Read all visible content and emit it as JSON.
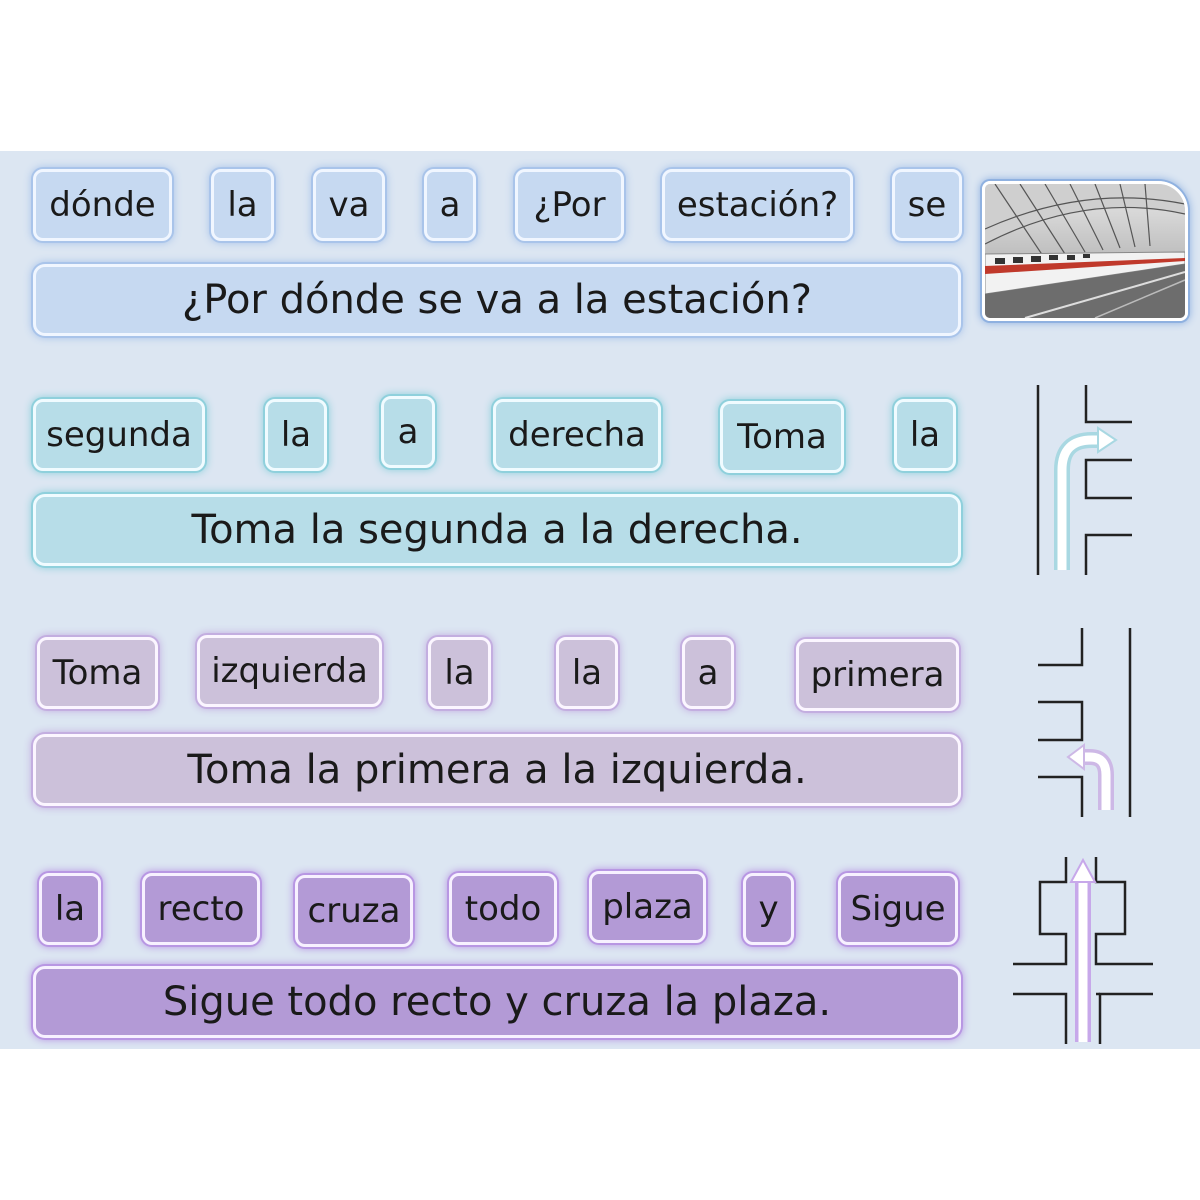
{
  "rows": [
    {
      "tiles": [
        "dónde",
        "la",
        "va",
        "a",
        "¿Por",
        "estación?",
        "se"
      ],
      "sentence": "¿Por dónde se va a la estación?"
    },
    {
      "tiles": [
        "segunda",
        "la",
        "a",
        "derecha",
        "Toma",
        "la"
      ],
      "sentence": "Toma la segunda a la derecha."
    },
    {
      "tiles": [
        "Toma",
        "izquierda",
        "la",
        "la",
        "a",
        "primera"
      ],
      "sentence": "Toma la primera a la izquierda."
    },
    {
      "tiles": [
        "la",
        "recto",
        "cruza",
        "todo",
        "plaza",
        "y",
        "Sigue"
      ],
      "sentence": "Sigue todo recto y cruza la plaza."
    }
  ],
  "icons": {
    "row1": "train-station-photo",
    "row2": "turn-second-right-icon",
    "row3": "turn-first-left-icon",
    "row4": "straight-ahead-cross-square-icon"
  },
  "colors": {
    "slide_background": "#dce6f2",
    "row1_fill": "#c6d9f1",
    "row2_fill": "#b7dde8",
    "row3_fill": "#ccc1da",
    "row4_fill": "#b39ad6"
  }
}
